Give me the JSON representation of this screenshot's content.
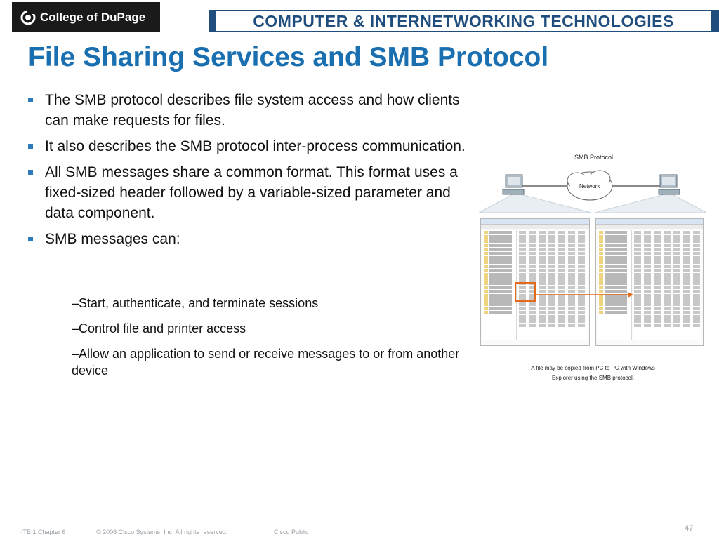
{
  "header": {
    "logo_text": "College of DuPage",
    "banner_text": "COMPUTER & INTERNETWORKING TECHNOLOGIES"
  },
  "slide": {
    "title": "File Sharing Services and SMB Protocol",
    "bullets": [
      "The SMB protocol describes file system access and how clients can make requests for files.",
      "It also describes the SMB protocol inter-process communication.",
      "All SMB messages share a common format. This format uses a fixed-sized header followed by a variable-sized parameter and data component.",
      "SMB messages can:"
    ],
    "sub_bullets": [
      "–Start, authenticate, and terminate sessions",
      "–Control file and printer access",
      "–Allow an application to send or receive messages to or from another device"
    ]
  },
  "figure": {
    "title": "SMB Protocol",
    "cloud_label": "Network",
    "caption_line1": "A file may be copied from PC to PC with Windows",
    "caption_line2": "Explorer using the SMB protocol."
  },
  "footer": {
    "chapter": "ITE 1 Chapter 6",
    "copyright": "© 2006 Cisco Systems, Inc. All rights reserved.",
    "classification": "Cisco Public",
    "page_number": "47"
  },
  "colors": {
    "title": "#1a6fb0",
    "banner": "#1f4d7d",
    "bullet_marker": "#2b7bbd",
    "arrow": "#e26b1b"
  }
}
